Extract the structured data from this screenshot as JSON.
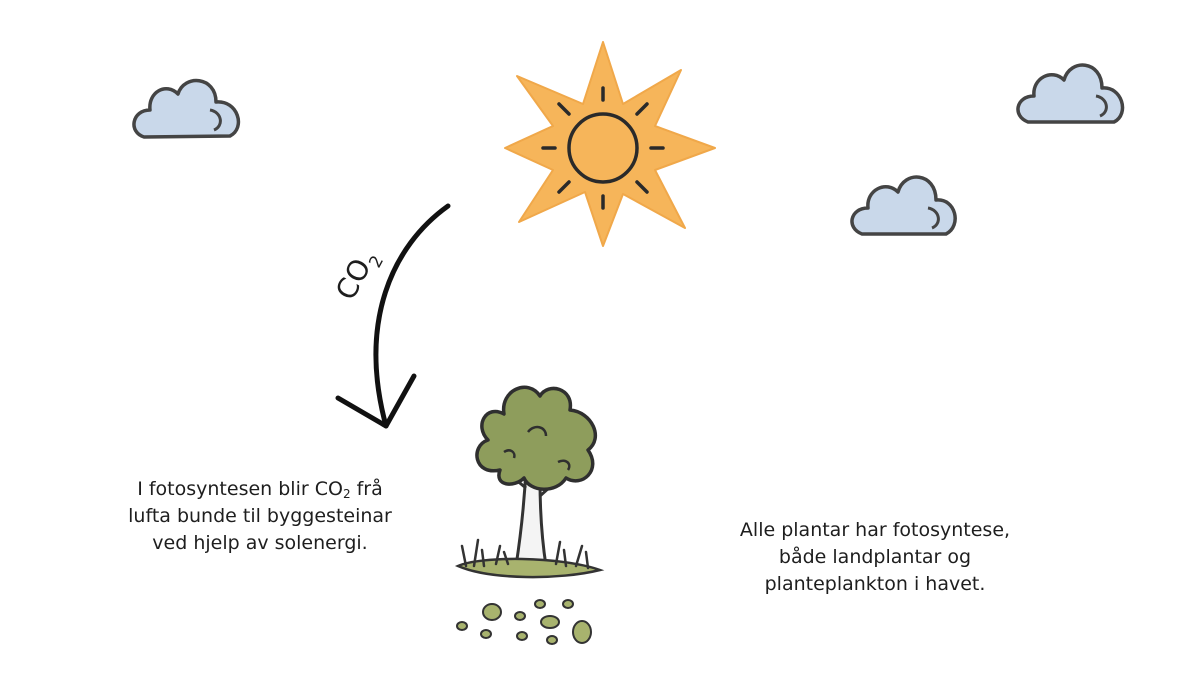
{
  "co2_label": {
    "main": "CO",
    "subscript": "2"
  },
  "caption_left": {
    "line1_before": "I fotosyntesen blir CO",
    "line1_sub": "2",
    "line1_after": " frå",
    "line2": "lufta bunde til byggesteinar",
    "line3": "ved hjelp av solenergi."
  },
  "caption_right": {
    "line1": "Alle plantar har fotosyntese,",
    "line2": "både landplantar og",
    "line3": "planteplankton i havet."
  },
  "colors": {
    "sun": "#f6b55a",
    "cloud": "#c9d8ea",
    "tree_foliage": "#8e9d5c",
    "grass": "#a8b36e",
    "outline": "#2a2a2a"
  }
}
